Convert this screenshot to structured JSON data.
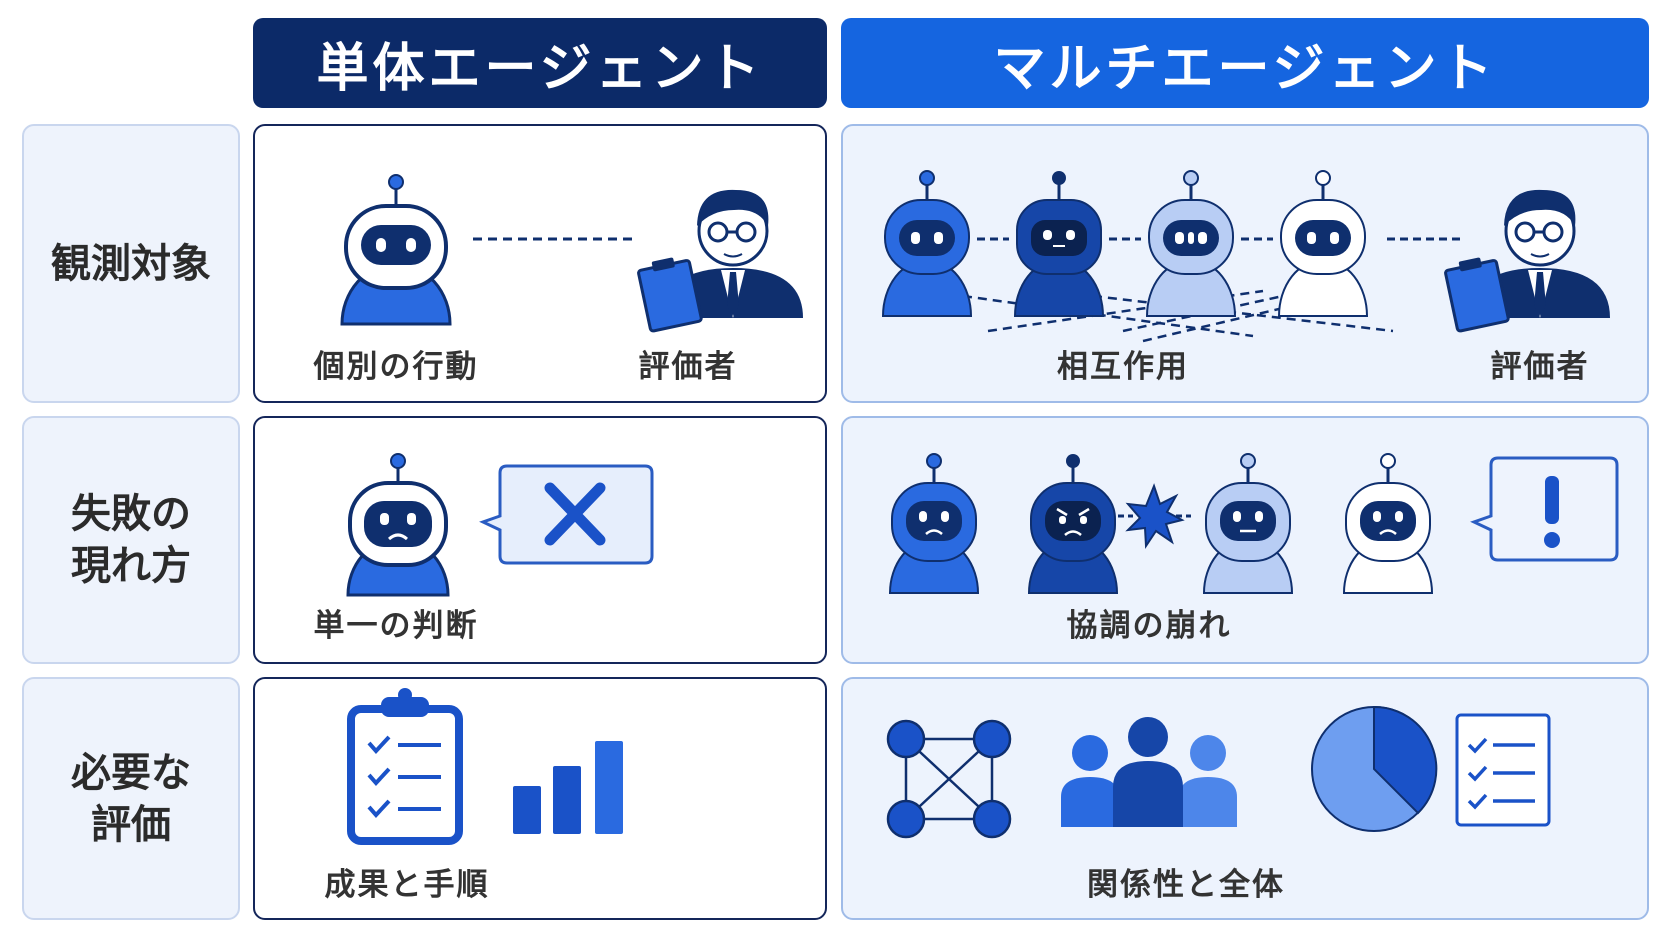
{
  "headers": {
    "single": "単体エージェント",
    "multi": "マルチエージェント"
  },
  "rows": [
    {
      "label": "観測対象",
      "single_captions": [
        "個別の行動",
        "評価者"
      ],
      "multi_captions": [
        "相互作用",
        "評価者"
      ]
    },
    {
      "label": "失敗の\n現れ方",
      "single_captions": [
        "単一の判断"
      ],
      "multi_captions": [
        "協調の崩れ"
      ]
    },
    {
      "label": "必要な\n評価",
      "single_captions": [
        "成果と手順"
      ],
      "multi_captions": [
        "関係性と全体"
      ]
    }
  ],
  "icons": {
    "row1_single": [
      "robot-icon",
      "evaluator-person-icon"
    ],
    "row1_multi": [
      "robot-icon",
      "robot-icon",
      "robot-icon",
      "robot-icon",
      "evaluator-person-icon"
    ],
    "row2_single": [
      "sad-robot-icon",
      "x-mark-speech-bubble-icon"
    ],
    "row2_multi": [
      "sad-robot-icon",
      "angry-robot-icon",
      "conflict-spark-icon",
      "neutral-robot-icon",
      "sad-robot-icon",
      "exclamation-speech-bubble-icon"
    ],
    "row3_single": [
      "checklist-clipboard-icon",
      "bar-chart-icon"
    ],
    "row3_multi": [
      "network-graph-icon",
      "group-people-icon",
      "pie-chart-icon",
      "checklist-icon"
    ]
  },
  "colors": {
    "header_single": "#0c2a68",
    "header_multi": "#1565e0",
    "robot_blue": "#2a6ae0",
    "robot_dark": "#1646a8",
    "robot_light": "#b8cdf4",
    "robot_white": "#ffffff",
    "navy": "#0f2f6e"
  }
}
